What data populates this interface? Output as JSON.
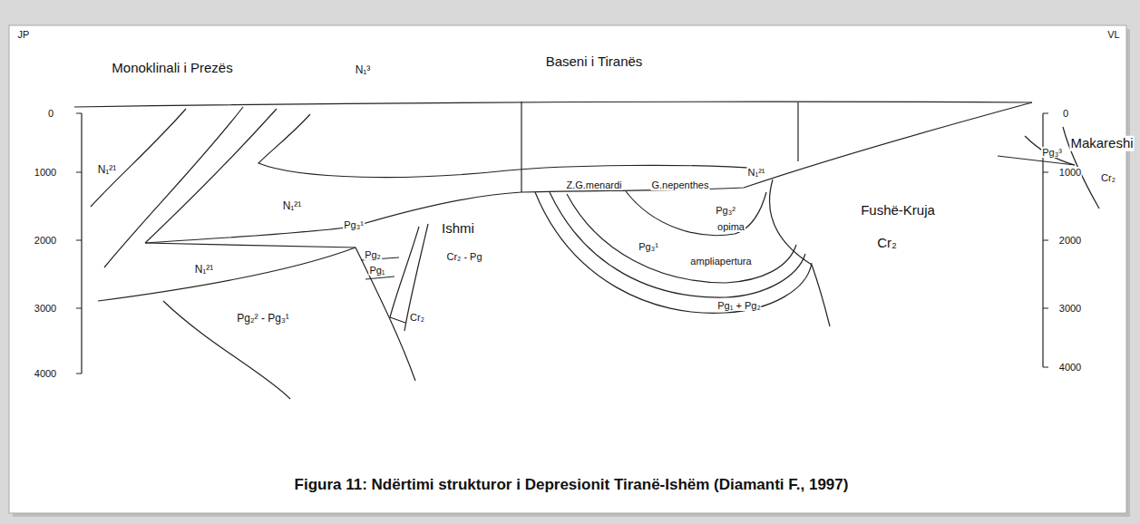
{
  "diagram": {
    "caption": "Figura 11: Ndërtimi strukturor i Depresionit Tiranë-Ishëm (Diamanti F., 1997)",
    "labels": [
      "JP",
      "VL",
      "Monoklinali i Prezës",
      "Baseni i Tiranës",
      "0",
      "1000",
      "2000",
      "3000",
      "4000",
      "0",
      "1000",
      "2000",
      "3000",
      "4000",
      "N₁²¹",
      "N₁³",
      "N₁²¹",
      "Pg₃¹",
      "Pg₂",
      "Pg₁",
      "Cr₂",
      "N₁²¹",
      "Pg₂² - Pg₃¹",
      "Ishmi",
      "Cr₂ - Pg",
      "Z.G.menardi",
      "G.nepenthes",
      "N₁²¹",
      "Pg₃²",
      "opima",
      "Pg₃¹",
      "ampliapertura",
      "Pg₁ + Pg₂",
      "Fushë-Kruja",
      "Cr₂",
      "Pg₃³",
      "Makareshi",
      "Cr₂"
    ]
  }
}
